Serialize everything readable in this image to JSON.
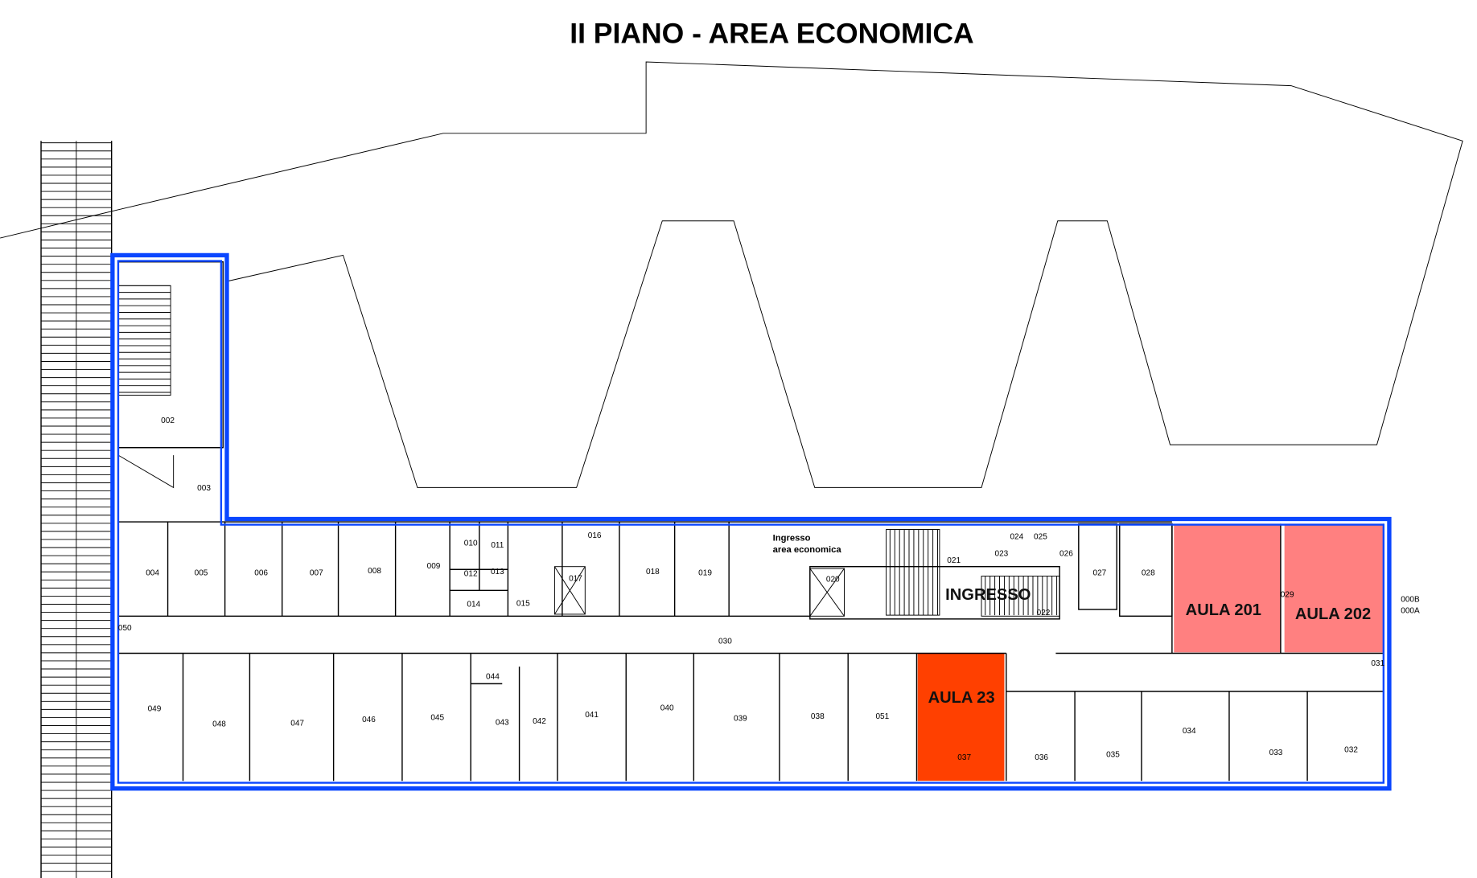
{
  "title": "II PIANO - AREA ECONOMICA",
  "colors": {
    "boundary": "#0a46ff",
    "aula_highlight": "#ff4000",
    "aula_light": "#ff8080"
  },
  "labels": {
    "ingresso": "INGRESSO",
    "ingresso_area_1": "Ingresso",
    "ingresso_area_2": "area economica",
    "aula_201": "AULA 201",
    "aula_202": "AULA 202",
    "aula_23": "AULA 23"
  },
  "rooms": {
    "r002": "002",
    "r003": "003",
    "r004": "004",
    "r005": "005",
    "r006": "006",
    "r007": "007",
    "r008": "008",
    "r009": "009",
    "r010": "010",
    "r011": "011",
    "r012": "012",
    "r013": "013",
    "r014": "014",
    "r015": "015",
    "r016": "016",
    "r017": "017",
    "r018": "018",
    "r019": "019",
    "r020": "020",
    "r021": "021",
    "r022": "022",
    "r023": "023",
    "r024": "024",
    "r025": "025",
    "r026": "026",
    "r027": "027",
    "r028": "028",
    "r029": "029",
    "r030": "030",
    "r031": "031",
    "r032": "032",
    "r033": "033",
    "r034": "034",
    "r035": "035",
    "r036": "036",
    "r037": "037",
    "r038": "038",
    "r039": "039",
    "r040": "040",
    "r041": "041",
    "r042": "042",
    "r043": "043",
    "r044": "044",
    "r045": "045",
    "r046": "046",
    "r047": "047",
    "r048": "048",
    "r049": "049",
    "r050": "050",
    "r051": "051",
    "r000a": "000A",
    "r000b": "000B"
  }
}
